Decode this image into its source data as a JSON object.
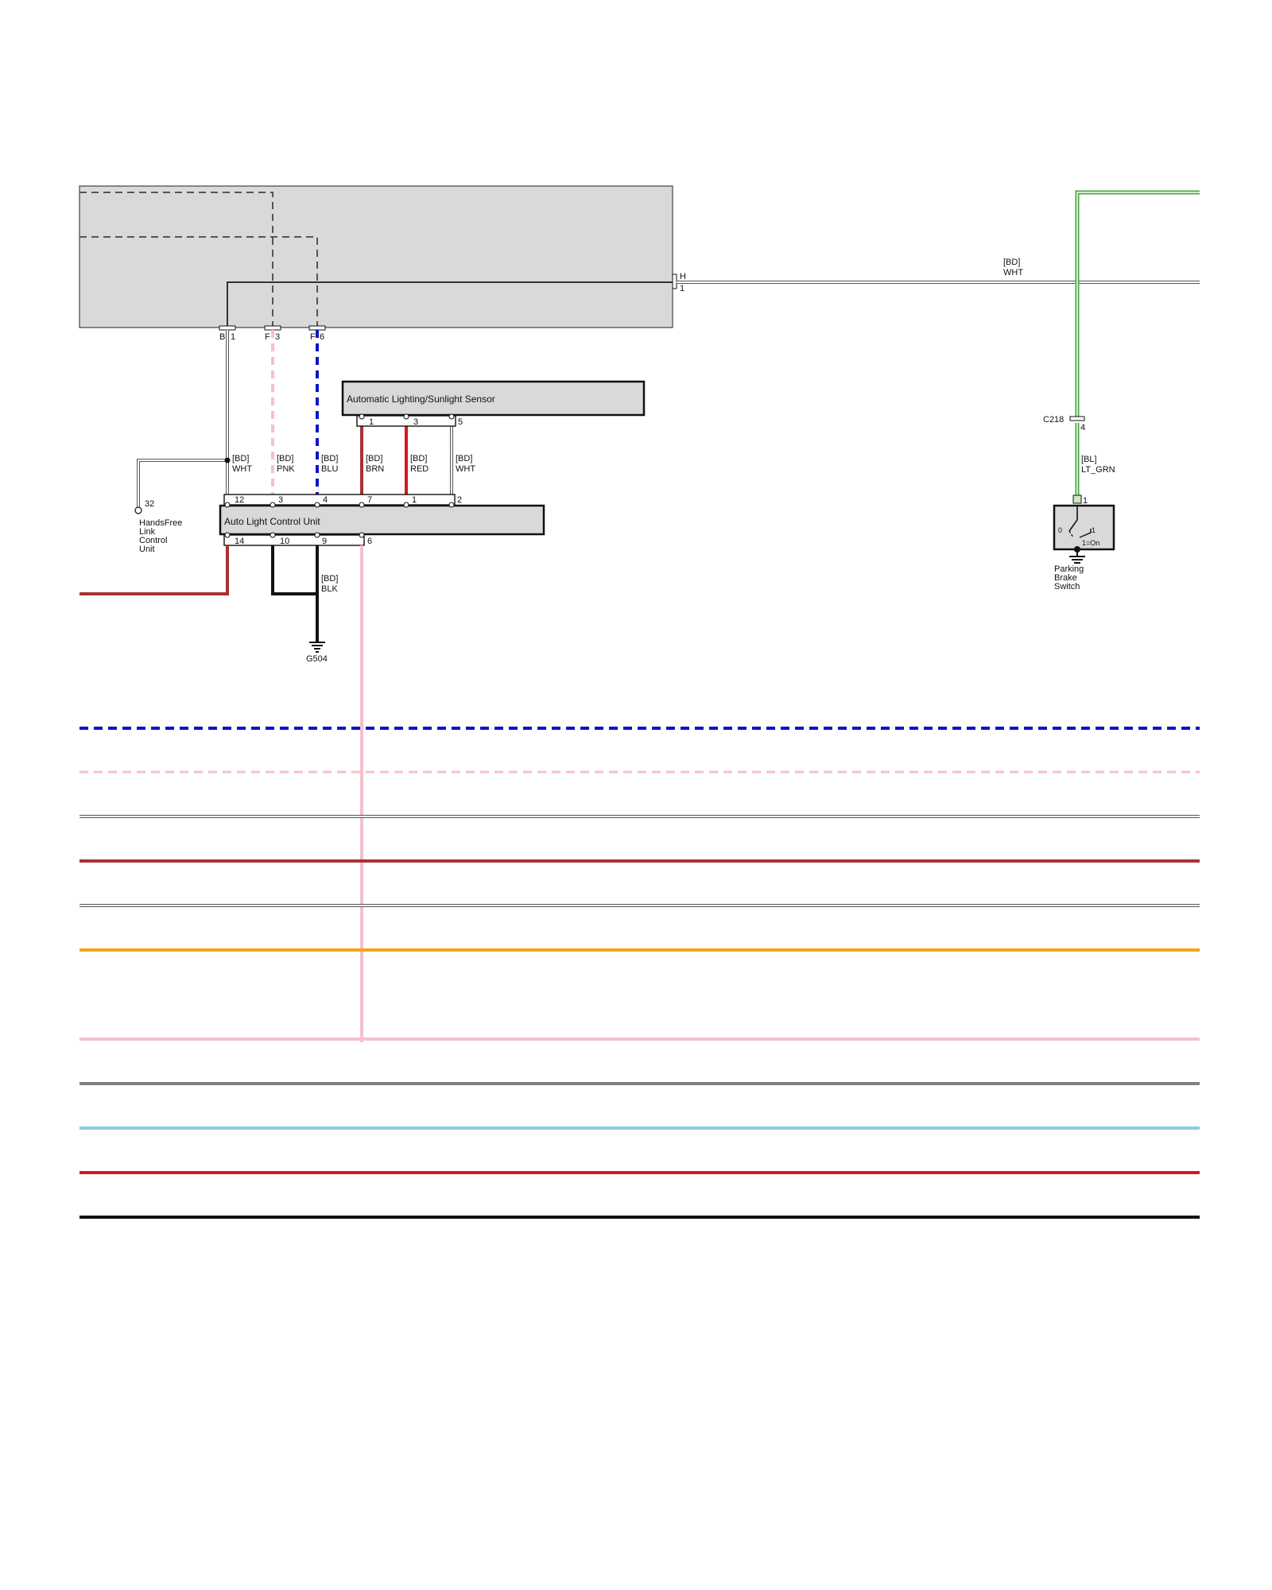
{
  "colors": {
    "wht": "#ffffff",
    "wht_outline": "#555555",
    "pnk": "#f5c0cc",
    "blu": "#0a14c8",
    "brn": "#a83232",
    "red": "#d7171f",
    "blk": "#111111",
    "lt_grn": "#47a83c",
    "orange": "#f0a51e",
    "gray": "#808080",
    "lt_blue": "#8ec9e6",
    "module_fill": "#d9d9d9"
  },
  "top_module": {
    "connector_b": "B",
    "pin_b": "1",
    "connector_f1": "F",
    "pin_f1": "3",
    "connector_f2": "F",
    "pin_f2": "6",
    "connector_h": "H",
    "pin_h": "1"
  },
  "wires": {
    "h_line": {
      "code": "[BD]",
      "color": "WHT"
    },
    "w_wht_left": {
      "code": "[BD]",
      "color": "WHT"
    },
    "w_pnk": {
      "code": "[BD]",
      "color": "PNK"
    },
    "w_blu": {
      "code": "[BD]",
      "color": "BLU"
    },
    "w_brn": {
      "code": "[BD]",
      "color": "BRN"
    },
    "w_red": {
      "code": "[BD]",
      "color": "RED"
    },
    "w_wht_right": {
      "code": "[BD]",
      "color": "WHT"
    },
    "w_blk": {
      "code": "[BD]",
      "color": "BLK"
    },
    "w_ltgrn": {
      "code": "[BL]",
      "color": "LT_GRN"
    }
  },
  "sensor": {
    "name": "Automatic Lighting/Sunlight Sensor",
    "pins": [
      "1",
      "3",
      "5"
    ]
  },
  "control_unit": {
    "name": "Auto Light Control Unit",
    "top_pins": [
      "12",
      "3",
      "4",
      "7",
      "1",
      "2"
    ],
    "bottom_pins": [
      "14",
      "10",
      "9",
      "6"
    ]
  },
  "handsfree": {
    "pin": "32",
    "name_lines": [
      "HandsFree",
      "Link",
      "Control",
      "Unit"
    ]
  },
  "ground": {
    "name": "G504"
  },
  "c218": {
    "name": "C218",
    "pin": "4"
  },
  "parking_brake": {
    "pin": "1",
    "switch_pos_0": "0",
    "switch_pos_1": "1",
    "switch_on": "1=On",
    "name_lines": [
      "Parking",
      "Brake",
      "Switch"
    ]
  }
}
